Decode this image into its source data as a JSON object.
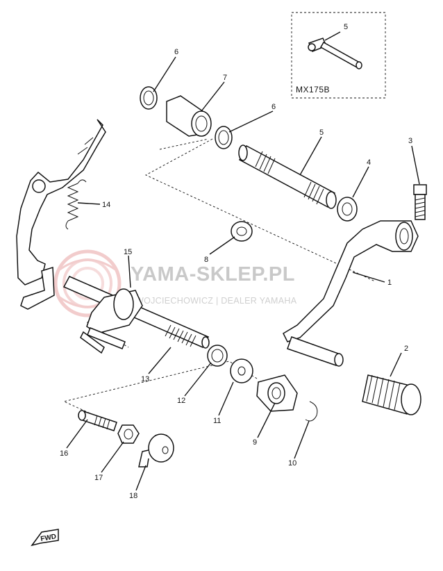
{
  "inset": {
    "model_label": "MX175B",
    "part_number": "5"
  },
  "callouts": [
    {
      "id": "c1",
      "label": "1"
    },
    {
      "id": "c2",
      "label": "2"
    },
    {
      "id": "c3",
      "label": "3"
    },
    {
      "id": "c4",
      "label": "4"
    },
    {
      "id": "c5",
      "label": "5"
    },
    {
      "id": "c6a",
      "label": "6"
    },
    {
      "id": "c6b",
      "label": "6"
    },
    {
      "id": "c7",
      "label": "7"
    },
    {
      "id": "c8",
      "label": "8"
    },
    {
      "id": "c9",
      "label": "9"
    },
    {
      "id": "c10",
      "label": "10"
    },
    {
      "id": "c11",
      "label": "11"
    },
    {
      "id": "c12",
      "label": "12"
    },
    {
      "id": "c13",
      "label": "13"
    },
    {
      "id": "c14",
      "label": "14"
    },
    {
      "id": "c15",
      "label": "15"
    },
    {
      "id": "c16",
      "label": "16"
    },
    {
      "id": "c17",
      "label": "17"
    },
    {
      "id": "c18",
      "label": "18"
    }
  ],
  "direction_tag": "FWD",
  "watermark": {
    "title": "YAMA-SKLEP.PL",
    "subtitle": "WOJCIECHOWICZ | DEALER YAMAHA",
    "color": "#e8a3a3"
  }
}
